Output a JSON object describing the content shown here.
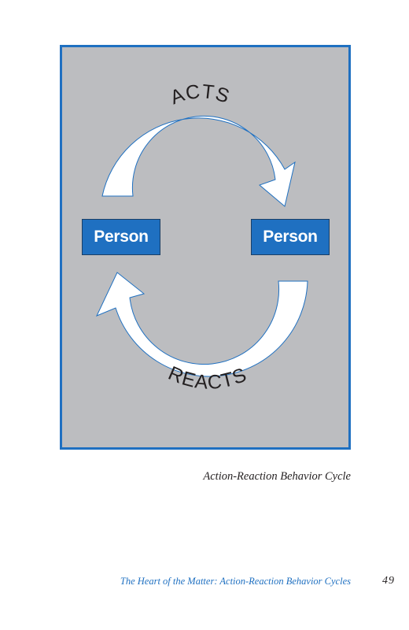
{
  "diagram": {
    "top_label": "ACTS",
    "bottom_label": "REACTS",
    "left_box": "Person",
    "right_box": "Person",
    "colors": {
      "panel_background": "#bcbdc0",
      "frame_border": "#1f70c1",
      "box_fill": "#1f70c1",
      "arrow_fill": "#ffffff",
      "arrow_stroke": "#1f70c1"
    }
  },
  "caption": "Action-Reaction Behavior Cycle",
  "footer": {
    "running_title": "The Heart of the Matter: Action-Reaction Behavior Cycles",
    "page_number": "49"
  }
}
